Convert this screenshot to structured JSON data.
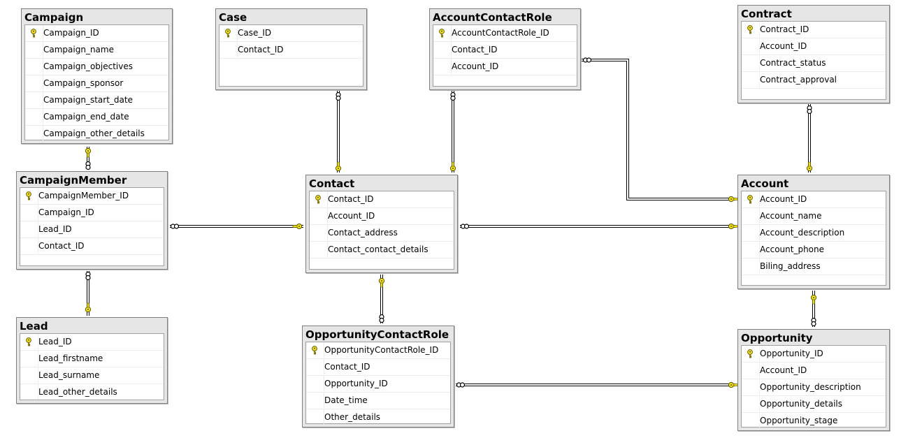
{
  "diagram": {
    "tables": [
      {
        "name": "Campaign",
        "columns": [
          "Campaign_ID",
          "Campaign_name",
          "Campaign_objectives",
          "Campaign_sponsor",
          "Campaign_start_date",
          "Campaign_end_date",
          "Campaign_other_details"
        ],
        "primary_key": "Campaign_ID"
      },
      {
        "name": "Case",
        "columns": [
          "Case_ID",
          "Contact_ID"
        ],
        "primary_key": "Case_ID"
      },
      {
        "name": "AccountContactRole",
        "columns": [
          "AccountContactRole_ID",
          "Contact_ID",
          "Account_ID"
        ],
        "primary_key": "AccountContactRole_ID"
      },
      {
        "name": "Contract",
        "columns": [
          "Contract_ID",
          "Account_ID",
          "Contract_status",
          "Contract_approval"
        ],
        "primary_key": "Contract_ID"
      },
      {
        "name": "CampaignMember",
        "columns": [
          "CampaignMember_ID",
          "Campaign_ID",
          "Lead_ID",
          "Contact_ID"
        ],
        "primary_key": "CampaignMember_ID"
      },
      {
        "name": "Contact",
        "columns": [
          "Contact_ID",
          "Account_ID",
          "Contact_address",
          "Contact_contact_details"
        ],
        "primary_key": "Contact_ID"
      },
      {
        "name": "Account",
        "columns": [
          "Account_ID",
          "Account_name",
          "Account_description",
          "Account_phone",
          "Biling_address"
        ],
        "primary_key": "Account_ID"
      },
      {
        "name": "Lead",
        "columns": [
          "Lead_ID",
          "Lead_firstname",
          "Lead_surname",
          "Lead_other_details"
        ],
        "primary_key": "Lead_ID"
      },
      {
        "name": "OpportunityContactRole",
        "columns": [
          "OpportunityContactRole_ID",
          "Contact_ID",
          "Opportunity_ID",
          "Date_time",
          "Other_details"
        ],
        "primary_key": "OpportunityContactRole_ID"
      },
      {
        "name": "Opportunity",
        "columns": [
          "Opportunity_ID",
          "Account_ID",
          "Opportunity_description",
          "Opportunity_details",
          "Opportunity_stage"
        ],
        "primary_key": "Opportunity_ID"
      }
    ],
    "relationships": [
      {
        "from": "CampaignMember",
        "to": "Campaign"
      },
      {
        "from": "CampaignMember",
        "to": "Lead"
      },
      {
        "from": "CampaignMember",
        "to": "Contact"
      },
      {
        "from": "Case",
        "to": "Contact"
      },
      {
        "from": "AccountContactRole",
        "to": "Contact"
      },
      {
        "from": "AccountContactRole",
        "to": "Account"
      },
      {
        "from": "Contact",
        "to": "Account"
      },
      {
        "from": "Contract",
        "to": "Account"
      },
      {
        "from": "OpportunityContactRole",
        "to": "Contact"
      },
      {
        "from": "OpportunityContactRole",
        "to": "Opportunity"
      },
      {
        "from": "Opportunity",
        "to": "Account"
      }
    ],
    "colors": {
      "title_bar": "#e6e6e6",
      "key_icon": "#f1e21a",
      "connector": "#000000"
    },
    "icons": {
      "primary_key": "key-icon",
      "many_end": "infinity-icon",
      "one_end": "key-endpoint-icon"
    }
  }
}
